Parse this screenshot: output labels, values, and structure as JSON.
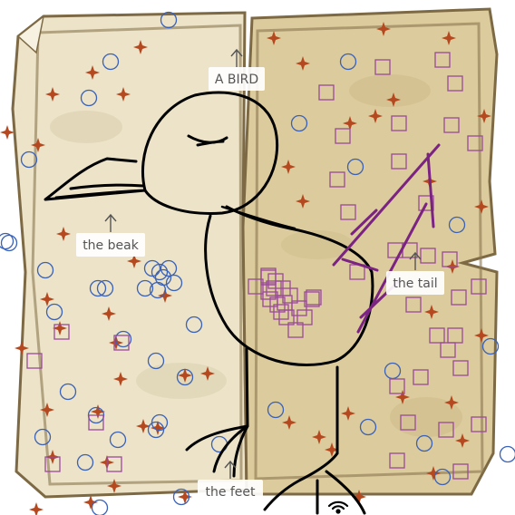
{
  "annotations": {
    "title": "A BIRD",
    "beak": "the beak",
    "tail": "the tail",
    "feet": "the feet"
  },
  "colors": {
    "paper_left": "#ece3c8",
    "paper_right": "#dccb9c",
    "paper_edge": "#7d6a45",
    "star": "#b5481f",
    "circle": "#3a62b8",
    "square": "#9a4a9a",
    "drawing": "#000000",
    "tail": "#7b2382"
  },
  "icons": {
    "star": "four-point-star-icon",
    "circle": "circle-marker-icon",
    "square": "square-marker-icon",
    "signal": "wifi-signal-icon"
  }
}
